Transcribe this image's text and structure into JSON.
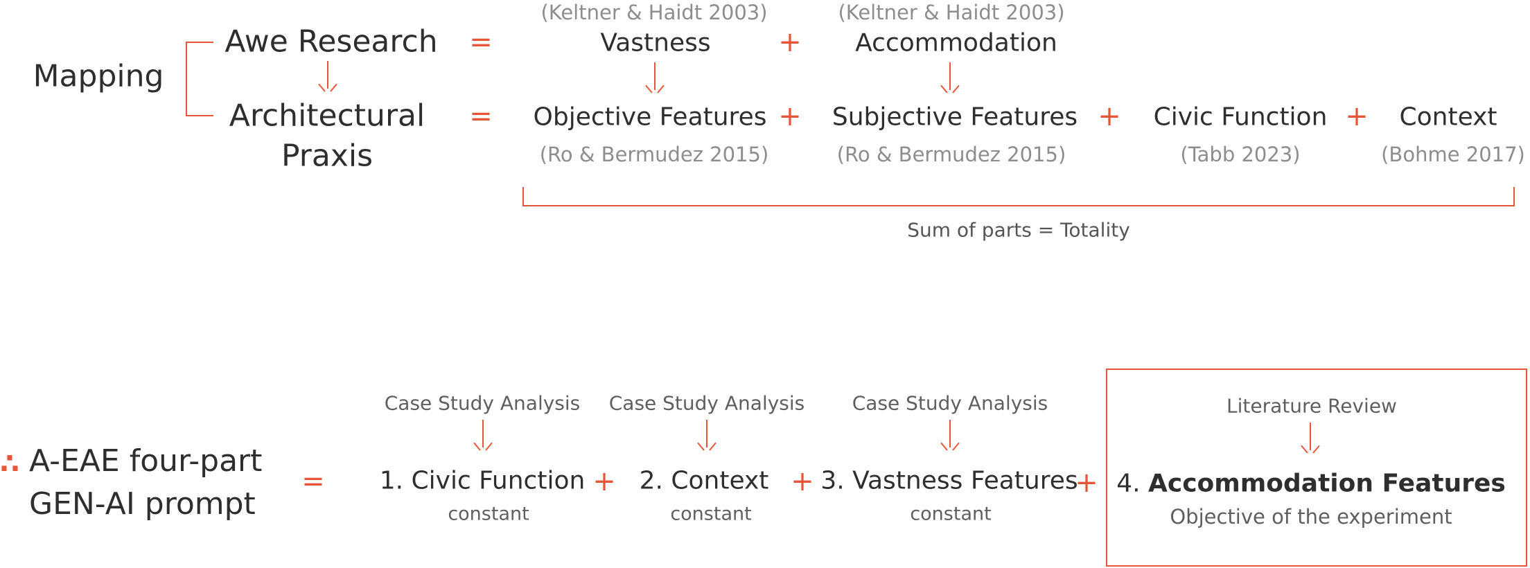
{
  "colors": {
    "accent": "#e8563a",
    "text": "#2e2e2e",
    "citation": "#8d8d8d"
  },
  "mapping": {
    "label": "Mapping",
    "awe_research": "Awe Research",
    "architectural": "Architectural",
    "praxis": "Praxis"
  },
  "operators": {
    "equals": "=",
    "plus": "+"
  },
  "top_row": {
    "vastness": {
      "label": "Vastness",
      "citation": "(Keltner & Haidt 2003)"
    },
    "accommodation": {
      "label": "Accommodation",
      "citation": "(Keltner & Haidt 2003)"
    }
  },
  "bottom_row": {
    "objective": {
      "label": "Objective Features",
      "citation": "(Ro & Bermudez 2015)"
    },
    "subjective": {
      "label": "Subjective Features",
      "citation": "(Ro & Bermudez 2015)"
    },
    "civic": {
      "label": "Civic Function",
      "citation": "(Tabb 2023)"
    },
    "context": {
      "label": "Context",
      "citation": "(Bohme 2017)"
    }
  },
  "totality": "Sum of parts = Totality",
  "prompt": {
    "bullet": "∴",
    "line1": "A-EAE four-part",
    "line2": "GEN-AI prompt",
    "parts": [
      {
        "number": "1.",
        "label": "Civic Function",
        "above": "Case Study Analysis",
        "below": "constant"
      },
      {
        "number": "2.",
        "label": "Context",
        "above": "Case Study Analysis",
        "below": "constant"
      },
      {
        "number": "3.",
        "label": "Vastness Features",
        "above": "Case Study Analysis",
        "below": "constant"
      },
      {
        "number": "4.",
        "label": "Accommodation Features",
        "above": "Literature Review",
        "below": "Objective of the experiment"
      }
    ]
  }
}
